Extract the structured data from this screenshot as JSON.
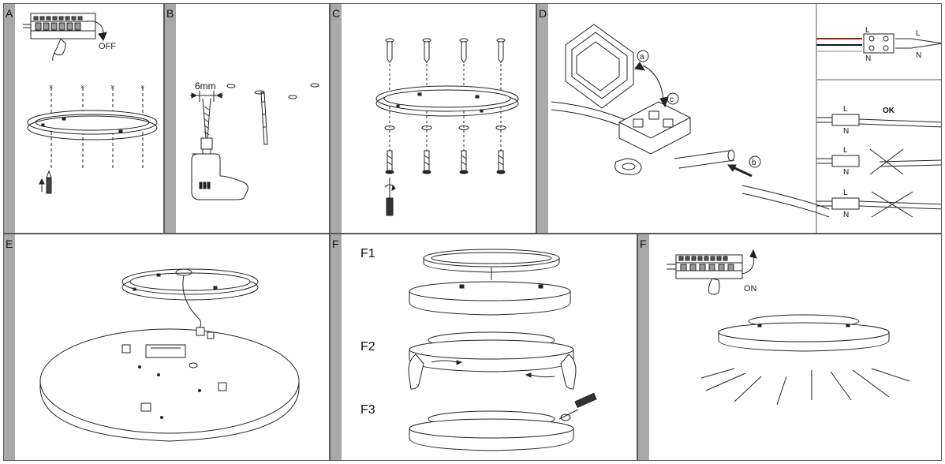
{
  "colors": {
    "tab": "#a9a9a9",
    "line": "#222222",
    "border": "#5a5a5a",
    "wire_live": "#7a2e12"
  },
  "panels": {
    "A": {
      "letter": "A",
      "switch_label": "OFF"
    },
    "B": {
      "letter": "B",
      "drill_label": "6mm"
    },
    "C": {
      "letter": "C"
    },
    "D": {
      "letter": "D",
      "callout_a": "a",
      "callout_b": "b",
      "callout_c": "c",
      "terminal_live": "L",
      "terminal_neutral": "N",
      "ok_label": "OK"
    },
    "E": {
      "letter": "E"
    },
    "F": {
      "letter": "F",
      "steps": [
        "F1",
        "F2",
        "F3"
      ]
    },
    "F_final": {
      "letter": "F",
      "switch_label": "ON"
    }
  }
}
